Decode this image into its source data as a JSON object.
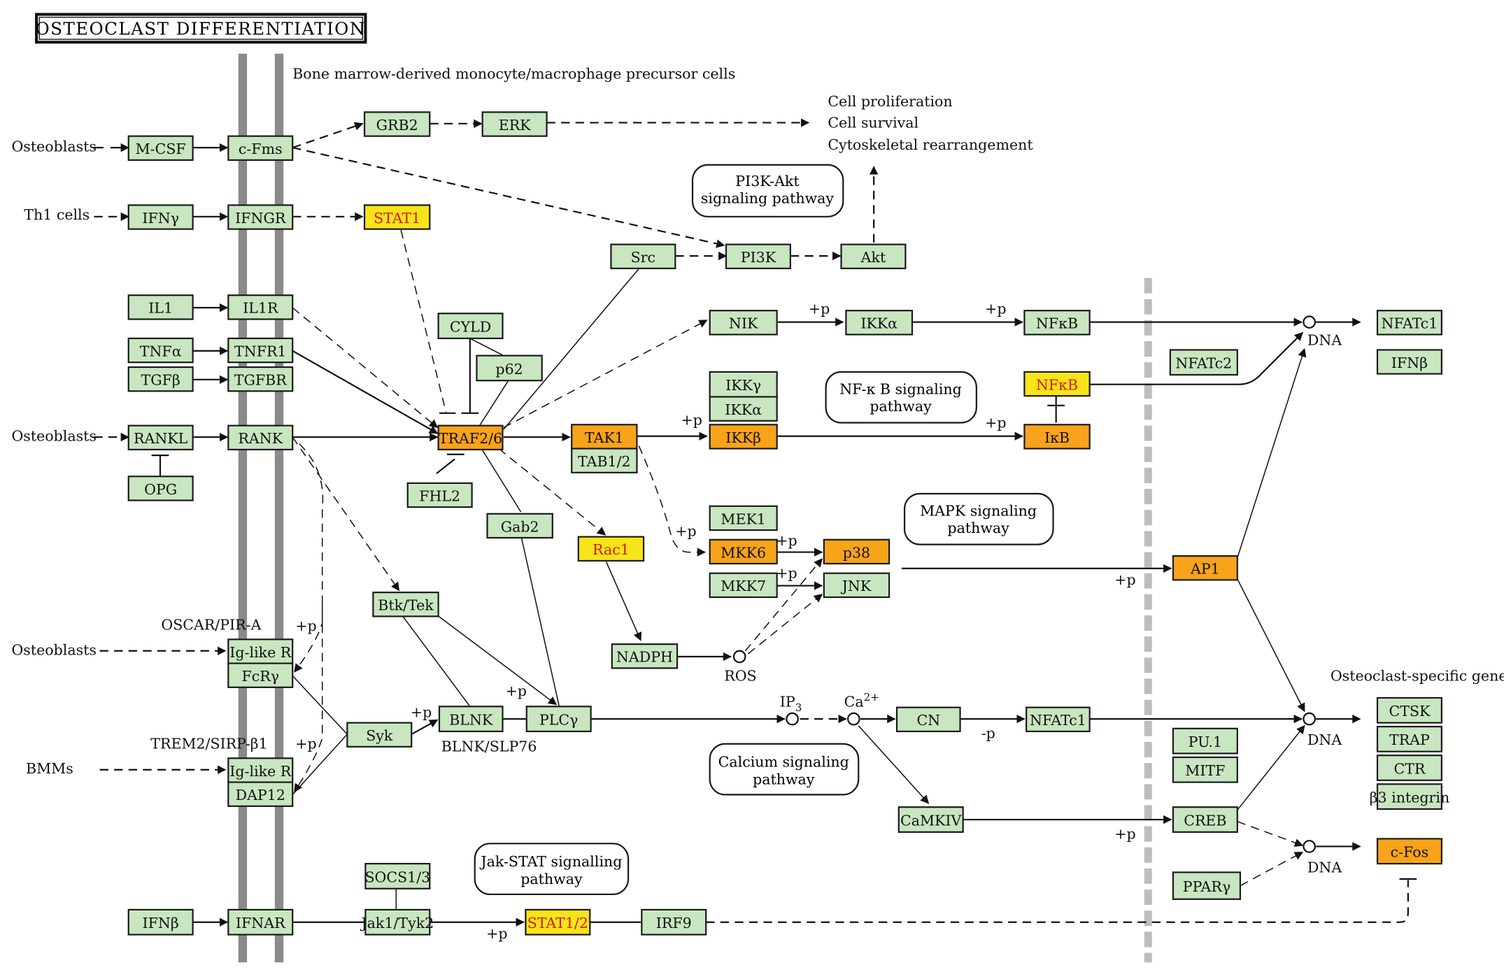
{
  "title": "OSTEOCLAST DIFFERENTIATION",
  "colors": {
    "gene_default_fill": "#c8e6c0",
    "gene_orange_fill": "#f9a31b",
    "gene_yellow_fill": "#f7e51a",
    "yellow_text": "#d41a0c",
    "yellow_border": "#d41a0c",
    "membrane": "#8a8a8a",
    "nuclear_membrane": "#bdbdbd"
  },
  "region_labels": {
    "precursor_cells": "Bone marrow-derived monocyte/macrophage precursor cells",
    "outcomes": [
      "Cell proliferation",
      "Cell survival",
      "Cytoskeletal rearrangement"
    ],
    "osteoclast_specific_genes": "Osteoclast-specific genes"
  },
  "sources": {
    "osteoblasts_1": "Osteoblasts",
    "th1_cells": "Th1 cells",
    "osteoblasts_2": "Osteoblasts",
    "osteoblasts_3": "Osteoblasts",
    "bmms": "BMMs"
  },
  "complex_labels": {
    "oscar": "OSCAR/PIR-A",
    "trem2": "TREM2/SIRP-β1",
    "blnk_slp76": "BLNK/SLP76"
  },
  "pathways": {
    "pi3k_akt": [
      "PI3K-Akt",
      "signaling pathway"
    ],
    "nfkb": [
      "NF-κ B signaling",
      "pathway"
    ],
    "mapk": [
      "MAPK signaling",
      "pathway"
    ],
    "calcium": [
      "Calcium signaling",
      "pathway"
    ],
    "jak_stat": [
      "Jak-STAT signalling",
      "pathway"
    ]
  },
  "compounds": {
    "ros": "ROS",
    "ip3": "IP",
    "ip3_sub": "3",
    "ca": "Ca",
    "ca_sup": "2+",
    "dna": "DNA"
  },
  "modifiers": {
    "phos": "+p",
    "dephos": "-p"
  },
  "nodes": [
    {
      "id": "mcsf",
      "label": "M-CSF",
      "state": "default"
    },
    {
      "id": "cfms",
      "label": "c-Fms",
      "state": "default"
    },
    {
      "id": "grb2",
      "label": "GRB2",
      "state": "default"
    },
    {
      "id": "erk",
      "label": "ERK",
      "state": "default"
    },
    {
      "id": "ifng",
      "label": "IFNγ",
      "state": "default"
    },
    {
      "id": "ifngr",
      "label": "IFNGR",
      "state": "default"
    },
    {
      "id": "stat1",
      "label": "STAT1",
      "state": "yellow"
    },
    {
      "id": "src",
      "label": "Src",
      "state": "default"
    },
    {
      "id": "pi3k",
      "label": "PI3K",
      "state": "default"
    },
    {
      "id": "akt",
      "label": "Akt",
      "state": "default"
    },
    {
      "id": "il1",
      "label": "IL1",
      "state": "default"
    },
    {
      "id": "il1r",
      "label": "IL1R",
      "state": "default"
    },
    {
      "id": "tnfa",
      "label": "TNFα",
      "state": "default"
    },
    {
      "id": "tnfr1",
      "label": "TNFR1",
      "state": "default"
    },
    {
      "id": "tgfb",
      "label": "TGFβ",
      "state": "default"
    },
    {
      "id": "tgfbr",
      "label": "TGFBR",
      "state": "default"
    },
    {
      "id": "cyld",
      "label": "CYLD",
      "state": "default"
    },
    {
      "id": "p62",
      "label": "p62",
      "state": "default"
    },
    {
      "id": "rankl",
      "label": "RANKL",
      "state": "default"
    },
    {
      "id": "rank",
      "label": "RANK",
      "state": "default"
    },
    {
      "id": "opg",
      "label": "OPG",
      "state": "default"
    },
    {
      "id": "traf26",
      "label": "TRAF2/6",
      "state": "orange"
    },
    {
      "id": "fhl2",
      "label": "FHL2",
      "state": "default"
    },
    {
      "id": "tak1",
      "label": "TAK1",
      "state": "orange"
    },
    {
      "id": "tab12",
      "label": "TAB1/2",
      "state": "default"
    },
    {
      "id": "nik",
      "label": "NIK",
      "state": "default"
    },
    {
      "id": "ikka_top",
      "label": "IKKα",
      "state": "default"
    },
    {
      "id": "nfkb_top",
      "label": "NFκB",
      "state": "default"
    },
    {
      "id": "ikkg",
      "label": "IKKγ",
      "state": "default"
    },
    {
      "id": "ikka",
      "label": "IKKα",
      "state": "default"
    },
    {
      "id": "ikkb",
      "label": "IKKβ",
      "state": "orange"
    },
    {
      "id": "nfkb_mid",
      "label": "NFκB",
      "state": "yellow"
    },
    {
      "id": "ikb",
      "label": "IκB",
      "state": "orange"
    },
    {
      "id": "nfatc2",
      "label": "NFATc2",
      "state": "default"
    },
    {
      "id": "nfatc1_out",
      "label": "NFATc1",
      "state": "default"
    },
    {
      "id": "ifnb_out",
      "label": "IFNβ",
      "state": "default"
    },
    {
      "id": "gab2",
      "label": "Gab2",
      "state": "default"
    },
    {
      "id": "rac1",
      "label": "Rac1",
      "state": "yellow"
    },
    {
      "id": "mek1",
      "label": "MEK1",
      "state": "default"
    },
    {
      "id": "mkk6",
      "label": "MKK6",
      "state": "orange"
    },
    {
      "id": "mkk7",
      "label": "MKK7",
      "state": "default"
    },
    {
      "id": "p38",
      "label": "p38",
      "state": "orange"
    },
    {
      "id": "jnk",
      "label": "JNK",
      "state": "default"
    },
    {
      "id": "ap1",
      "label": "AP1",
      "state": "orange"
    },
    {
      "id": "btktek",
      "label": "Btk/Tek",
      "state": "default"
    },
    {
      "id": "nadph",
      "label": "NADPH",
      "state": "default"
    },
    {
      "id": "iglike1",
      "label": "Ig-like R",
      "state": "default"
    },
    {
      "id": "fcrg",
      "label": "FcRγ",
      "state": "default"
    },
    {
      "id": "syk",
      "label": "Syk",
      "state": "default"
    },
    {
      "id": "blnk",
      "label": "BLNK",
      "state": "default"
    },
    {
      "id": "plcg",
      "label": "PLCγ",
      "state": "default"
    },
    {
      "id": "cn",
      "label": "CN",
      "state": "default"
    },
    {
      "id": "nfatc1_mid",
      "label": "NFATc1",
      "state": "default"
    },
    {
      "id": "pu1",
      "label": "PU.1",
      "state": "default"
    },
    {
      "id": "mitf",
      "label": "MITF",
      "state": "default"
    },
    {
      "id": "ctsk",
      "label": "CTSK",
      "state": "default"
    },
    {
      "id": "trap",
      "label": "TRAP",
      "state": "default"
    },
    {
      "id": "ctr",
      "label": "CTR",
      "state": "default"
    },
    {
      "id": "b3int",
      "label": "β3 integrin",
      "state": "default"
    },
    {
      "id": "iglike2",
      "label": "Ig-like R",
      "state": "default"
    },
    {
      "id": "dap12",
      "label": "DAP12",
      "state": "default"
    },
    {
      "id": "camkiv",
      "label": "CaMKIV",
      "state": "default"
    },
    {
      "id": "creb",
      "label": "CREB",
      "state": "default"
    },
    {
      "id": "pparg",
      "label": "PPARγ",
      "state": "default"
    },
    {
      "id": "cfos",
      "label": "c-Fos",
      "state": "orange"
    },
    {
      "id": "socs13",
      "label": "SOCS1/3",
      "state": "default"
    },
    {
      "id": "ifnb_in",
      "label": "IFNβ",
      "state": "default"
    },
    {
      "id": "ifnar",
      "label": "IFNAR",
      "state": "default"
    },
    {
      "id": "jak1tyk2",
      "label": "Jak1/Tyk2",
      "state": "default"
    },
    {
      "id": "stat12",
      "label": "STAT1/2",
      "state": "yellow"
    },
    {
      "id": "irf9",
      "label": "IRF9",
      "state": "default"
    }
  ]
}
